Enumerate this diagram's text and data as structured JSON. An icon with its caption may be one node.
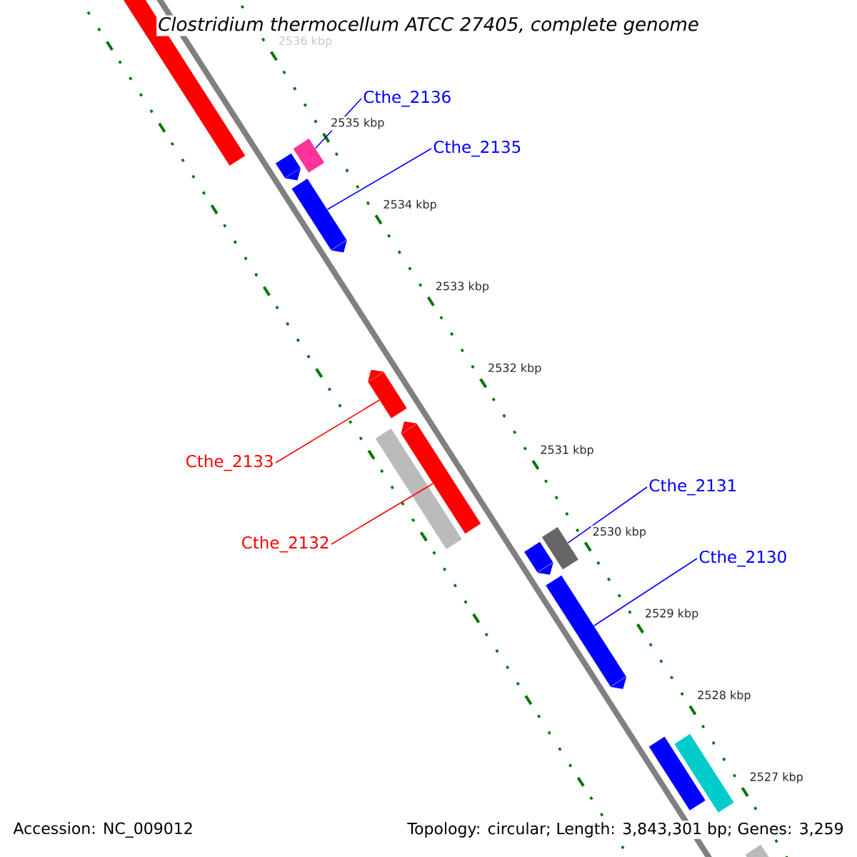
{
  "diagram": {
    "title": "Clostridium thermocellum ATCC 27405, complete genome",
    "nodes": [
      {
        "text": [
          "Cthe_2136"
        ]
      },
      {
        "text": [],
        "shape": "bar"
      },
      {
        "text": [
          "Cthe_2135"
        ]
      },
      {
        "text": [],
        "shape": "pentagon"
      },
      {
        "text": [
          "Cthe_2133"
        ]
      },
      {
        "text": [],
        "shape": "pentagon"
      },
      {
        "text": [
          "Cthe_2132"
        ]
      },
      {
        "text": [],
        "shape": "pentagon"
      },
      {
        "text": [
          "Cthe_2131"
        ]
      },
      {
        "text": [],
        "shape": "bar"
      },
      {
        "text": [
          "Cthe_2130"
        ]
      },
      {
        "text": [],
        "shape": "pentagon"
      },
      {
        "text": [],
        "shape": "bar"
      },
      {
        "text": [],
        "shape": "pentagon"
      },
      {
        "text": [],
        "shape": "bar"
      },
      {
        "text": [],
        "shape": "pentagon"
      },
      {
        "text": [],
        "shape": "bar"
      },
      {
        "text": [],
        "shape": "bar"
      },
      {
        "text": [],
        "shape": "bar"
      }
    ],
    "edges": [
      {
        "from": 0,
        "to": 1,
        "arrow": "none"
      },
      {
        "from": 2,
        "to": 3,
        "arrow": "none"
      },
      {
        "from": 4,
        "to": 5,
        "arrow": "none",
        "color": "#ff0000"
      },
      {
        "from": 6,
        "to": 7,
        "arrow": "none",
        "color": "#ff0000"
      },
      {
        "from": 8,
        "to": 9,
        "arrow": "none"
      },
      {
        "from": 10,
        "to": 11,
        "arrow": "none"
      }
    ],
    "labels": [
      "2536 kbp",
      "2535 kbp",
      "2534 kbp",
      "2533 kbp",
      "2532 kbp",
      "2531 kbp",
      "2530 kbp",
      "2529 kbp",
      "2528 kbp",
      "2527 kbp",
      "Accession: NC_009012",
      "Topology: circular; Length: 3,843,301 bp; Genes: 3,259"
    ]
  }
}
